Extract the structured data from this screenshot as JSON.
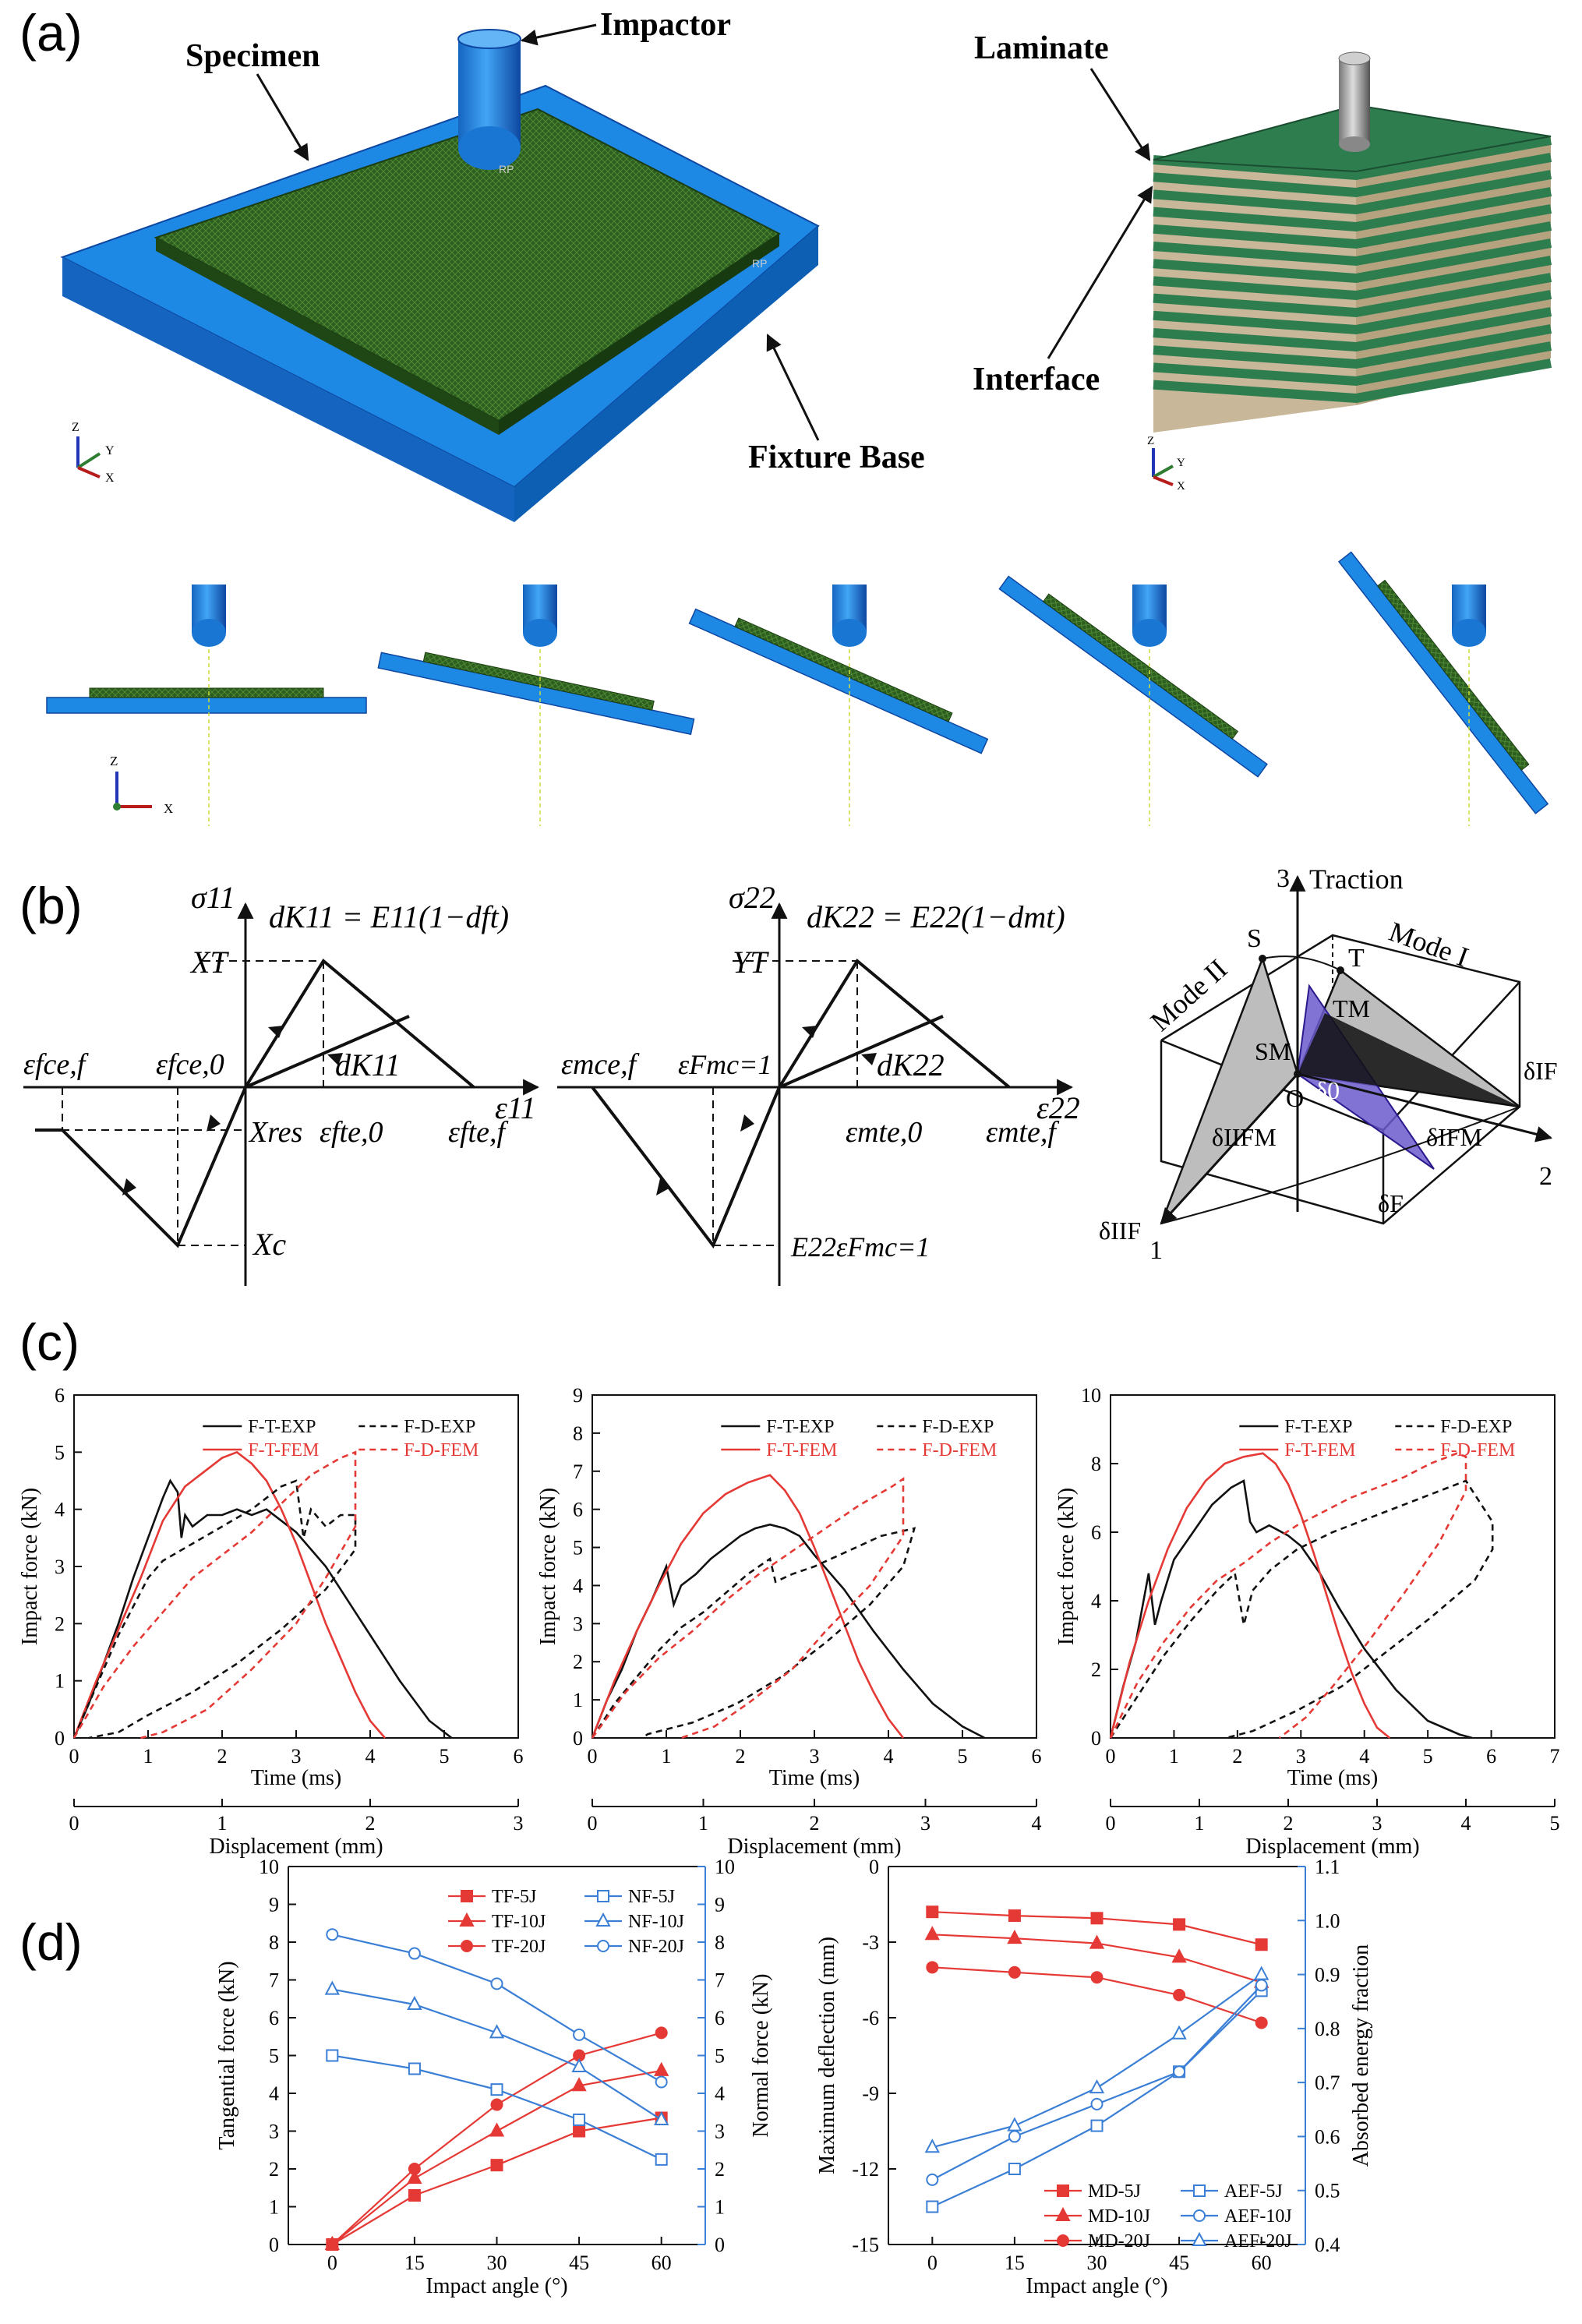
{
  "panels": {
    "a": {
      "letter": "(a)",
      "labels": {
        "impactor": "Impactor",
        "specimen": "Specimen",
        "laminate": "Laminate",
        "interface": "Interface",
        "fixture_base": "Fixture Base"
      },
      "rp": "RP",
      "axes_labels": {
        "z": "Z",
        "y": "Y",
        "x": "X"
      }
    },
    "b": {
      "letter": "(b)",
      "fiber": {
        "sigma": "σ11",
        "eq": "dK11 = E11(1−dft)",
        "XT": "XT",
        "Xres": "Xres",
        "Xc": "Xc",
        "eps": "ε11",
        "dK": "dK11",
        "eps_fcf": "εfce,f",
        "eps_fc0": "εfce,0",
        "eps_ft0": "εfte,0",
        "eps_ftf": "εfte,f"
      },
      "matrix": {
        "sigma": "σ22",
        "eq": "dK22 = E22(1−dmt)",
        "YT": "YT",
        "eps": "ε22",
        "dK": "dK22",
        "eps_mcf": "εmce,f",
        "eps_F": "εFmc=1",
        "eps_mt0": "εmte,0",
        "eps_mtf": "εmte,f",
        "E22": "E22εFmc=1"
      },
      "cohesive": {
        "traction": "Traction",
        "mode1": "Mode I",
        "mode2": "Mode II",
        "S": "S",
        "T": "T",
        "SM": "SM",
        "TM": "TM",
        "O": "O",
        "d0": "δ0",
        "dIIFM": "δIIFM",
        "dIFM": "δIFM",
        "dF": "δF",
        "dIF": "δIF",
        "dIIF": "δIIF",
        "axis1": "1",
        "axis2": "2",
        "axis3": "3"
      }
    },
    "c": {
      "letter": "(c)",
      "legend": [
        "F-T-EXP",
        "F-D-EXP",
        "F-T-FEM",
        "F-D-FEM"
      ],
      "ylabel": "Impact force (kN)",
      "xlabel_time": "Time (ms)",
      "xlabel_disp": "Displacement (mm)"
    },
    "d": {
      "letter": "(d)"
    }
  },
  "colors": {
    "blue": "#1e88e5",
    "green": "#2e7d4f",
    "red": "#e53935",
    "black": "#111111",
    "aef_blue": "#3a7fd5"
  },
  "chart_data": [
    {
      "type": "line",
      "id": "c1",
      "xlabel": "Time (ms)",
      "ylabel": "Impact force (kN)",
      "xlim": [
        0,
        6
      ],
      "ylim": [
        0,
        6
      ],
      "xticks": [
        "0",
        "1",
        "2",
        "3",
        "4",
        "5",
        "6"
      ],
      "yticks": [
        "0",
        "1",
        "2",
        "3",
        "4",
        "5",
        "6"
      ],
      "secondary_x": {
        "label": "Displacement (mm)",
        "xlim": [
          0,
          3
        ],
        "ticks": [
          "0",
          "1",
          "2",
          "3"
        ]
      },
      "series": [
        {
          "name": "F-T-EXP",
          "axis": "time",
          "x": [
            0,
            0.2,
            0.4,
            0.6,
            0.8,
            1.0,
            1.2,
            1.3,
            1.4,
            1.45,
            1.5,
            1.6,
            1.8,
            2.0,
            2.2,
            2.4,
            2.6,
            2.8,
            3.0,
            3.2,
            3.4,
            3.6,
            3.8,
            4.0,
            4.4,
            4.8,
            5.1
          ],
          "y": [
            0,
            0.6,
            1.3,
            2.0,
            2.8,
            3.5,
            4.2,
            4.5,
            4.3,
            3.5,
            3.9,
            3.7,
            3.9,
            3.9,
            4.0,
            3.9,
            4.0,
            3.8,
            3.6,
            3.3,
            3.0,
            2.6,
            2.2,
            1.8,
            1.0,
            0.3,
            0
          ]
        },
        {
          "name": "F-T-FEM",
          "axis": "time",
          "x": [
            0,
            0.3,
            0.6,
            0.9,
            1.2,
            1.5,
            1.8,
            2.0,
            2.2,
            2.4,
            2.6,
            2.8,
            3.0,
            3.2,
            3.4,
            3.6,
            3.8,
            4.0,
            4.2
          ],
          "y": [
            0,
            1.0,
            1.9,
            2.8,
            3.8,
            4.4,
            4.7,
            4.9,
            5.0,
            4.8,
            4.5,
            4.0,
            3.4,
            2.7,
            2.0,
            1.4,
            0.8,
            0.3,
            0
          ]
        },
        {
          "name": "F-D-EXP",
          "axis": "disp",
          "x": [
            0,
            0.1,
            0.2,
            0.3,
            0.4,
            0.5,
            0.6,
            0.8,
            1.0,
            1.2,
            1.4,
            1.5,
            1.55,
            1.6,
            1.7,
            1.8,
            1.9,
            1.9,
            1.7,
            1.4,
            1.1,
            0.8,
            0.5,
            0.3,
            0.1
          ],
          "y": [
            0,
            0.6,
            1.2,
            1.8,
            2.3,
            2.8,
            3.1,
            3.4,
            3.7,
            4.0,
            4.4,
            4.5,
            3.5,
            4.0,
            3.7,
            3.9,
            3.9,
            3.3,
            2.6,
            1.9,
            1.3,
            0.8,
            0.4,
            0.1,
            0
          ]
        },
        {
          "name": "F-D-FEM",
          "axis": "disp",
          "x": [
            0,
            0.2,
            0.4,
            0.6,
            0.8,
            1.0,
            1.2,
            1.4,
            1.6,
            1.8,
            1.9,
            1.9,
            1.7,
            1.5,
            1.2,
            0.9,
            0.6,
            0.45
          ],
          "y": [
            0,
            0.9,
            1.6,
            2.2,
            2.8,
            3.2,
            3.6,
            4.1,
            4.6,
            4.9,
            5.0,
            3.7,
            2.8,
            2.0,
            1.2,
            0.5,
            0.1,
            0
          ]
        }
      ]
    },
    {
      "type": "line",
      "id": "c2",
      "xlabel": "Time (ms)",
      "ylabel": "Impact force (kN)",
      "xlim": [
        0,
        6
      ],
      "ylim": [
        0,
        9
      ],
      "xticks": [
        "0",
        "1",
        "2",
        "3",
        "4",
        "5",
        "6"
      ],
      "yticks": [
        "0",
        "1",
        "2",
        "3",
        "4",
        "5",
        "6",
        "7",
        "8",
        "9"
      ],
      "secondary_x": {
        "label": "Displacement (mm)",
        "xlim": [
          0,
          4
        ],
        "ticks": [
          "0",
          "1",
          "2",
          "3",
          "4"
        ]
      },
      "series": [
        {
          "name": "F-T-EXP",
          "axis": "time",
          "x": [
            0,
            0.2,
            0.4,
            0.6,
            0.8,
            1.0,
            1.1,
            1.2,
            1.4,
            1.6,
            1.8,
            2.0,
            2.2,
            2.4,
            2.6,
            2.8,
            3.0,
            3.4,
            3.8,
            4.2,
            4.6,
            5.0,
            5.3
          ],
          "y": [
            0,
            1.0,
            1.8,
            2.8,
            3.6,
            4.5,
            3.5,
            4.0,
            4.3,
            4.7,
            5.0,
            5.3,
            5.5,
            5.6,
            5.5,
            5.3,
            4.8,
            3.9,
            2.8,
            1.8,
            0.9,
            0.3,
            0
          ]
        },
        {
          "name": "F-T-FEM",
          "axis": "time",
          "x": [
            0,
            0.3,
            0.6,
            0.9,
            1.2,
            1.5,
            1.8,
            2.1,
            2.4,
            2.6,
            2.8,
            3.0,
            3.2,
            3.4,
            3.6,
            3.8,
            4.0,
            4.2
          ],
          "y": [
            0,
            1.5,
            2.8,
            4.0,
            5.1,
            5.9,
            6.4,
            6.7,
            6.9,
            6.5,
            5.9,
            5.0,
            4.0,
            3.0,
            2.0,
            1.2,
            0.5,
            0
          ]
        },
        {
          "name": "F-D-EXP",
          "axis": "disp",
          "x": [
            0,
            0.2,
            0.4,
            0.6,
            0.8,
            1.0,
            1.2,
            1.4,
            1.6,
            1.65,
            1.8,
            2.0,
            2.3,
            2.6,
            2.9,
            2.8,
            2.5,
            2.1,
            1.7,
            1.3,
            0.9,
            0.5,
            0.45
          ],
          "y": [
            0,
            0.9,
            1.6,
            2.3,
            2.9,
            3.3,
            3.8,
            4.3,
            4.7,
            4.1,
            4.3,
            4.5,
            4.9,
            5.3,
            5.5,
            4.5,
            3.5,
            2.5,
            1.6,
            0.9,
            0.4,
            0.1,
            0
          ]
        },
        {
          "name": "F-D-FEM",
          "axis": "disp",
          "x": [
            0,
            0.3,
            0.6,
            0.9,
            1.2,
            1.5,
            1.8,
            2.1,
            2.4,
            2.7,
            2.8,
            2.8,
            2.5,
            2.1,
            1.8,
            1.4,
            1.1,
            0.8
          ],
          "y": [
            0,
            1.2,
            2.1,
            2.8,
            3.6,
            4.3,
            4.9,
            5.5,
            6.1,
            6.6,
            6.8,
            5.3,
            4.0,
            2.8,
            1.8,
            0.9,
            0.3,
            0
          ]
        }
      ]
    },
    {
      "type": "line",
      "id": "c3",
      "xlabel": "Time (ms)",
      "ylabel": "Impact force (kN)",
      "xlim": [
        0,
        7
      ],
      "ylim": [
        0,
        10
      ],
      "xticks": [
        "0",
        "1",
        "2",
        "3",
        "4",
        "5",
        "6",
        "7"
      ],
      "yticks": [
        "0",
        "2",
        "4",
        "6",
        "8",
        "10"
      ],
      "secondary_x": {
        "label": "Displacement (mm)",
        "xlim": [
          0,
          5
        ],
        "ticks": [
          "0",
          "1",
          "2",
          "3",
          "4",
          "5"
        ]
      },
      "series": [
        {
          "name": "F-T-EXP",
          "axis": "time",
          "x": [
            0,
            0.2,
            0.4,
            0.6,
            0.7,
            0.8,
            1.0,
            1.3,
            1.6,
            1.9,
            2.1,
            2.2,
            2.3,
            2.5,
            2.8,
            3.0,
            3.3,
            3.6,
            4.0,
            4.5,
            5.0,
            5.5,
            5.7
          ],
          "y": [
            0,
            1.5,
            2.8,
            4.8,
            3.3,
            4.0,
            5.2,
            6.0,
            6.8,
            7.3,
            7.5,
            6.3,
            6.0,
            6.2,
            5.9,
            5.6,
            4.8,
            3.8,
            2.6,
            1.4,
            0.5,
            0.1,
            0
          ]
        },
        {
          "name": "F-T-FEM",
          "axis": "time",
          "x": [
            0,
            0.3,
            0.6,
            0.9,
            1.2,
            1.5,
            1.8,
            2.1,
            2.4,
            2.6,
            2.8,
            3.0,
            3.2,
            3.4,
            3.6,
            3.8,
            4.0,
            4.2,
            4.4
          ],
          "y": [
            0,
            2.2,
            4.0,
            5.5,
            6.7,
            7.5,
            8.0,
            8.2,
            8.3,
            8.0,
            7.4,
            6.5,
            5.4,
            4.2,
            3.0,
            1.9,
            1.0,
            0.3,
            0
          ]
        },
        {
          "name": "F-D-EXP",
          "axis": "disp",
          "x": [
            0,
            0.3,
            0.6,
            0.9,
            1.2,
            1.4,
            1.5,
            1.6,
            1.8,
            2.1,
            2.5,
            2.9,
            3.3,
            3.7,
            4.0,
            4.3,
            4.3,
            4.1,
            3.6,
            3.1,
            2.6,
            2.1,
            1.6,
            1.3
          ],
          "y": [
            0,
            1.2,
            2.4,
            3.4,
            4.3,
            4.8,
            3.3,
            4.3,
            4.9,
            5.5,
            6.0,
            6.4,
            6.8,
            7.2,
            7.5,
            6.3,
            5.5,
            4.6,
            3.5,
            2.5,
            1.5,
            0.8,
            0.2,
            0
          ]
        },
        {
          "name": "F-D-FEM",
          "axis": "disp",
          "x": [
            0,
            0.3,
            0.6,
            0.9,
            1.2,
            1.5,
            1.8,
            2.1,
            2.4,
            2.7,
            3.0,
            3.3,
            3.6,
            3.9,
            4.0,
            4.0,
            3.7,
            3.3,
            2.9,
            2.5,
            2.2,
            1.9
          ],
          "y": [
            0,
            1.6,
            2.8,
            3.8,
            4.6,
            5.1,
            5.7,
            6.2,
            6.6,
            7.0,
            7.3,
            7.6,
            8.0,
            8.3,
            8.2,
            7.2,
            5.7,
            4.2,
            2.8,
            1.5,
            0.6,
            0
          ]
        }
      ]
    },
    {
      "type": "line",
      "id": "d1",
      "xlabel": "Impact angle (°)",
      "ylabel": "Tangential force (kN)",
      "ylabel2": "Normal force (kN)",
      "x": [
        0,
        15,
        30,
        45,
        60
      ],
      "xticks": [
        "0",
        "15",
        "30",
        "45",
        "60"
      ],
      "ylim": [
        0,
        10
      ],
      "ylim2": [
        0,
        10
      ],
      "yticks": [
        "0",
        "1",
        "2",
        "3",
        "4",
        "5",
        "6",
        "7",
        "8",
        "9",
        "10"
      ],
      "series": [
        {
          "name": "TF-5J",
          "axis": "left",
          "marker": "square",
          "values": [
            0,
            1.3,
            2.1,
            3.0,
            3.35
          ]
        },
        {
          "name": "TF-10J",
          "axis": "left",
          "marker": "triangle",
          "values": [
            0,
            1.75,
            3.0,
            4.2,
            4.6
          ]
        },
        {
          "name": "TF-20J",
          "axis": "left",
          "marker": "circle",
          "values": [
            0,
            2.0,
            3.7,
            5.0,
            5.6
          ]
        },
        {
          "name": "NF-5J",
          "axis": "right",
          "marker": "square",
          "values": [
            5.0,
            4.65,
            4.1,
            3.3,
            2.25
          ]
        },
        {
          "name": "NF-10J",
          "axis": "right",
          "marker": "triangle",
          "values": [
            6.75,
            6.35,
            5.6,
            4.7,
            3.3
          ]
        },
        {
          "name": "NF-20J",
          "axis": "right",
          "marker": "circle",
          "values": [
            8.2,
            7.7,
            6.9,
            5.55,
            4.3
          ]
        }
      ]
    },
    {
      "type": "line",
      "id": "d2",
      "xlabel": "Impact angle (°)",
      "ylabel": "Maximum deflection (mm)",
      "ylabel2": "Absorbed energy fraction",
      "x": [
        0,
        15,
        30,
        45,
        60
      ],
      "xticks": [
        "0",
        "15",
        "30",
        "45",
        "60"
      ],
      "ylim": [
        -15,
        0
      ],
      "ylim2": [
        0.4,
        1.1
      ],
      "yticks": [
        "-15",
        "-12",
        "-9",
        "-6",
        "-3",
        "0"
      ],
      "yticks2": [
        "0.4",
        "0.5",
        "0.6",
        "0.7",
        "0.8",
        "0.9",
        "1.0",
        "1.1"
      ],
      "series": [
        {
          "name": "MD-5J",
          "axis": "left",
          "marker": "square",
          "values": [
            -1.8,
            -1.95,
            -2.05,
            -2.3,
            -3.1
          ]
        },
        {
          "name": "MD-10J",
          "axis": "left",
          "marker": "triangle",
          "values": [
            -2.7,
            -2.85,
            -3.05,
            -3.6,
            -4.6
          ]
        },
        {
          "name": "MD-20J",
          "axis": "left",
          "marker": "circle",
          "values": [
            -4.0,
            -4.2,
            -4.4,
            -5.1,
            -6.2
          ]
        },
        {
          "name": "AEF-5J",
          "axis": "right",
          "marker": "square",
          "values": [
            0.47,
            0.54,
            0.62,
            0.72,
            0.87
          ]
        },
        {
          "name": "AEF-10J",
          "axis": "right",
          "marker": "circle",
          "values": [
            0.52,
            0.6,
            0.66,
            0.72,
            0.88
          ]
        },
        {
          "name": "AEF-20J",
          "axis": "right",
          "marker": "triangle",
          "values": [
            0.58,
            0.62,
            0.69,
            0.79,
            0.9
          ]
        }
      ]
    }
  ]
}
